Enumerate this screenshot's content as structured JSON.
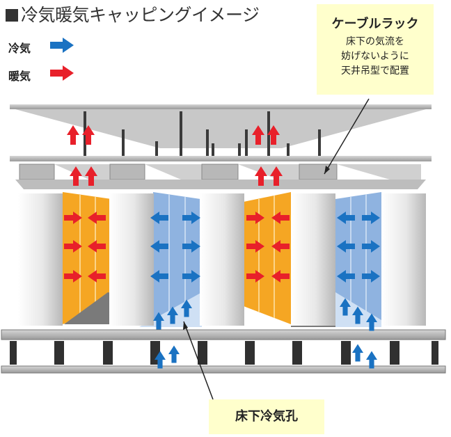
{
  "title": "冷気暖気キャッピングイメージ",
  "legend": {
    "cold": {
      "label": "冷気",
      "color": "#1a72c2"
    },
    "warm": {
      "label": "暖気",
      "color": "#e8202a"
    }
  },
  "cable_rack": {
    "heading": "ケーブルラック",
    "lines": [
      "床下の気流を",
      "妨げないように",
      "天井吊型で配置"
    ]
  },
  "floor_vent": {
    "label": "床下冷気孔"
  },
  "colors": {
    "hot_aisle": "#f5a623",
    "cold_aisle": "#8fb3e0",
    "callout_bg": "#ffffcc",
    "slab": "#b5b5b5",
    "rack_face": "#e2e2e2"
  }
}
